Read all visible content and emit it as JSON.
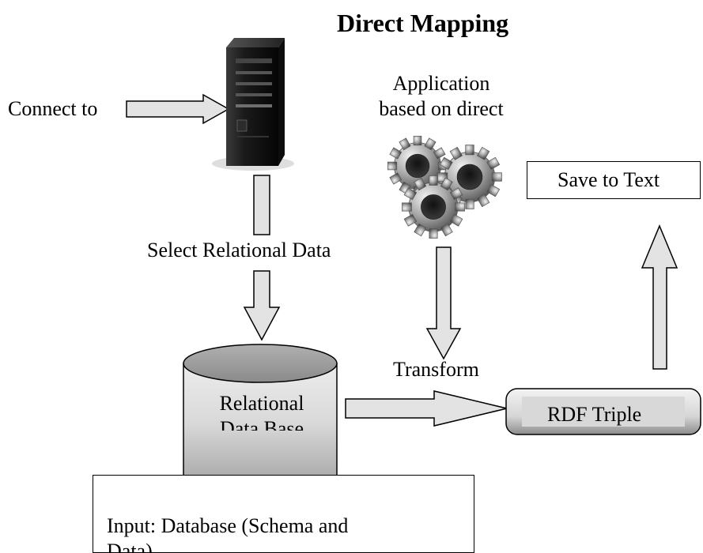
{
  "title": "Direct Mapping",
  "labels": {
    "connect": "Connect to",
    "application": "Application\nbased on direct",
    "select": "Select Relational Data",
    "transform": "Transform",
    "save": "Save to Text",
    "rdf": "RDF Triple",
    "database": "Relational\nData Base",
    "input": "Input:  Database (Schema and\nData)"
  },
  "icons": [
    "server-tower-icon",
    "gears-icon",
    "database-cylinder-icon"
  ],
  "colors": {
    "arrow_fill": "#e3e3e3",
    "arrow_stroke": "#000000",
    "server_body": "#1a1a1a",
    "gear_metal": "#9a9a9a",
    "cylinder_top": "#9e9e9e",
    "rdf_box": "#d8d8d8"
  }
}
